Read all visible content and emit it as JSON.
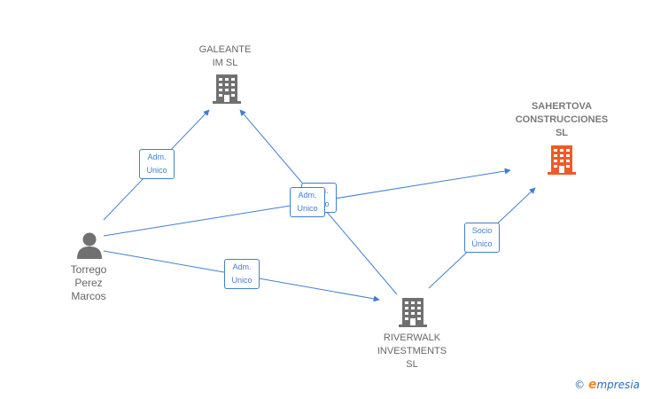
{
  "colors": {
    "edge": "#3f7fd0",
    "building": "#707070",
    "building_accent": "#f05a28",
    "person": "#707070"
  },
  "nodes": {
    "galeante": {
      "label": "GALEANTE\nIM  SL",
      "icon": "building-icon"
    },
    "sahertova": {
      "label": "SAHERTOVA\nCONSTRUCCIONES\nSL",
      "icon": "building-icon",
      "highlight": true
    },
    "torrego": {
      "label": "Torrego\nPerez\nMarcos",
      "icon": "person-icon"
    },
    "riverwalk": {
      "label": "RIVERWALK\nINVESTMENTS\nSL",
      "icon": "building-icon"
    }
  },
  "edges": [
    {
      "from": "torrego",
      "to": "galeante",
      "label": "Adm.\nUnico"
    },
    {
      "from": "torrego",
      "to": "sahertova",
      "label": "Adm.\nUnico"
    },
    {
      "from": "riverwalk",
      "to": "galeante",
      "label": "Adm.\nUnico"
    },
    {
      "from": "torrego",
      "to": "riverwalk",
      "label": "Adm.\nUnico"
    },
    {
      "from": "riverwalk",
      "to": "sahertova",
      "label": "Socio\nÚnico"
    }
  ],
  "watermark": {
    "copyright": "©",
    "brand_e": "e",
    "brand_rest": "mpresia"
  }
}
